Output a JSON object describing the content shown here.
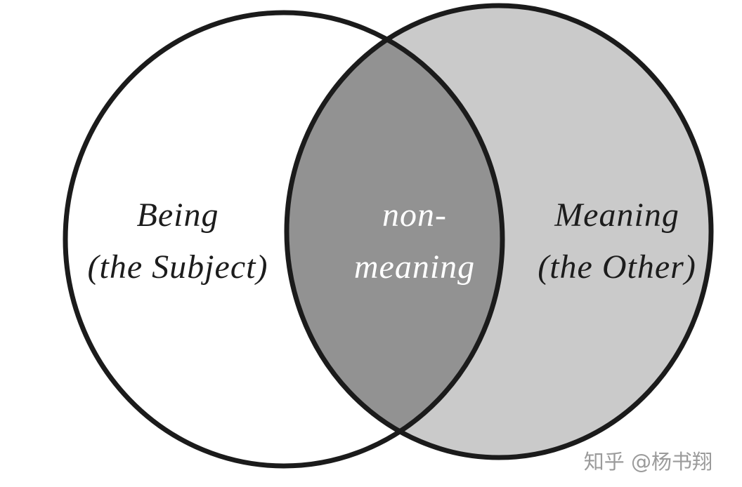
{
  "diagram": {
    "type": "venn-2-circle",
    "left_circle": {
      "label_line1": "Being",
      "label_line2": "(the Subject)",
      "fill": "#ffffff",
      "text_color": "#1c1c1c"
    },
    "right_circle": {
      "label_line1": "Meaning",
      "label_line2": "(the Other)",
      "fill": "#cacaca",
      "text_color": "#1c1c1c"
    },
    "intersection": {
      "label_line1": "non-",
      "label_line2": "meaning",
      "fill": "#929292",
      "text_color": "#ffffff"
    },
    "outline_color": "#1b1b1b"
  },
  "watermark": {
    "text": "知乎 @杨书翔",
    "color": "#9b9b9b"
  }
}
